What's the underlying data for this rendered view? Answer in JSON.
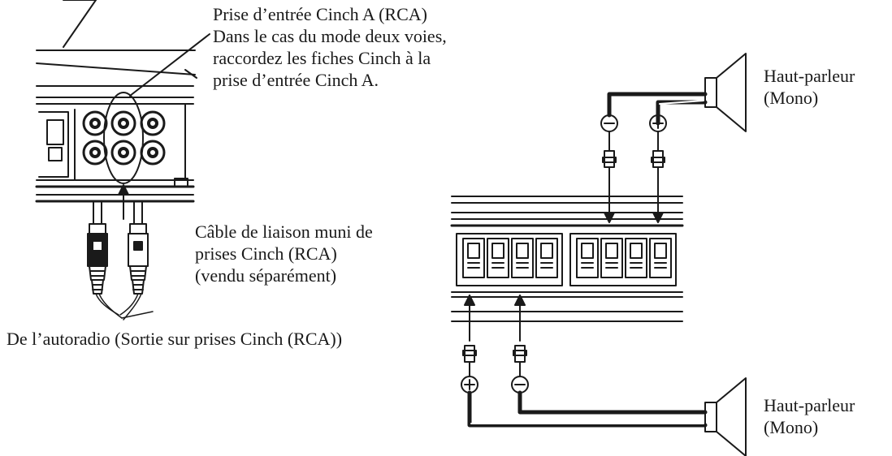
{
  "labels": {
    "input_jack": {
      "lines": [
        "Prise d’entrée Cinch A (RCA)",
        "Dans le cas du mode deux voies,",
        "raccordez les fiches Cinch à la",
        "prise d’entrée Cinch A."
      ]
    },
    "cable": {
      "lines": [
        "Câble de liaison muni de",
        "prises Cinch (RCA)",
        "(vendu séparément)"
      ]
    },
    "source": "De l’autoradio (Sortie sur prises Cinch (RCA))",
    "speaker_top": {
      "lines": [
        "Haut-parleur",
        "(Mono)"
      ]
    },
    "speaker_bottom": {
      "lines": [
        "Haut-parleur",
        "(Mono)"
      ]
    }
  },
  "polarity": {
    "negative": "⊖",
    "positive": "⊕"
  },
  "colors": {
    "line": "#1a1a1a",
    "background": "#ffffff"
  }
}
